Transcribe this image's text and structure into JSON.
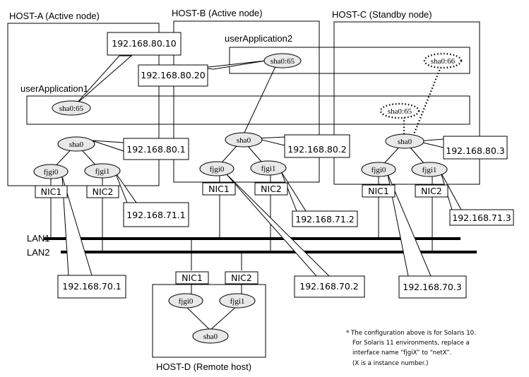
{
  "hosts": {
    "a": {
      "title": "HOST-A (Active node)"
    },
    "b": {
      "title": "HOST-B (Active node)"
    },
    "c": {
      "title": "HOST-C (Standby node)"
    },
    "d": {
      "title": "HOST-D (Remote host)"
    }
  },
  "apps": {
    "app1": "userApplication1",
    "app2": "userApplication2"
  },
  "interfaces": {
    "sha065": "sha0:65",
    "sha066": "sha0:66",
    "sha0": "sha0",
    "fjgi0": "fjgi0",
    "fjgi1": "fjgi1",
    "nic1": "NIC1",
    "nic2": "NIC2"
  },
  "ips": {
    "ip_80_10": "192.168.80.10",
    "ip_80_20": "192.168.80.20",
    "ip_80_1": "192.168.80.1",
    "ip_80_2": "192.168.80.2",
    "ip_80_3": "192.168.80.3",
    "ip_71_1": "192.168.71.1",
    "ip_71_2": "192.168.71.2",
    "ip_71_3": "192.168.71.3",
    "ip_70_1": "192.168.70.1",
    "ip_70_2": "192.168.70.2",
    "ip_70_3": "192.168.70.3"
  },
  "lans": {
    "lan1": "LAN1",
    "lan2": "LAN2"
  },
  "note": {
    "line1": "* The configuration above is for Solaris 10.",
    "line2": "For Solaris 11 environments, replace a",
    "line3": "interface name “fjgiX” to “netX”.",
    "line4": "(X is a instance number.)"
  }
}
